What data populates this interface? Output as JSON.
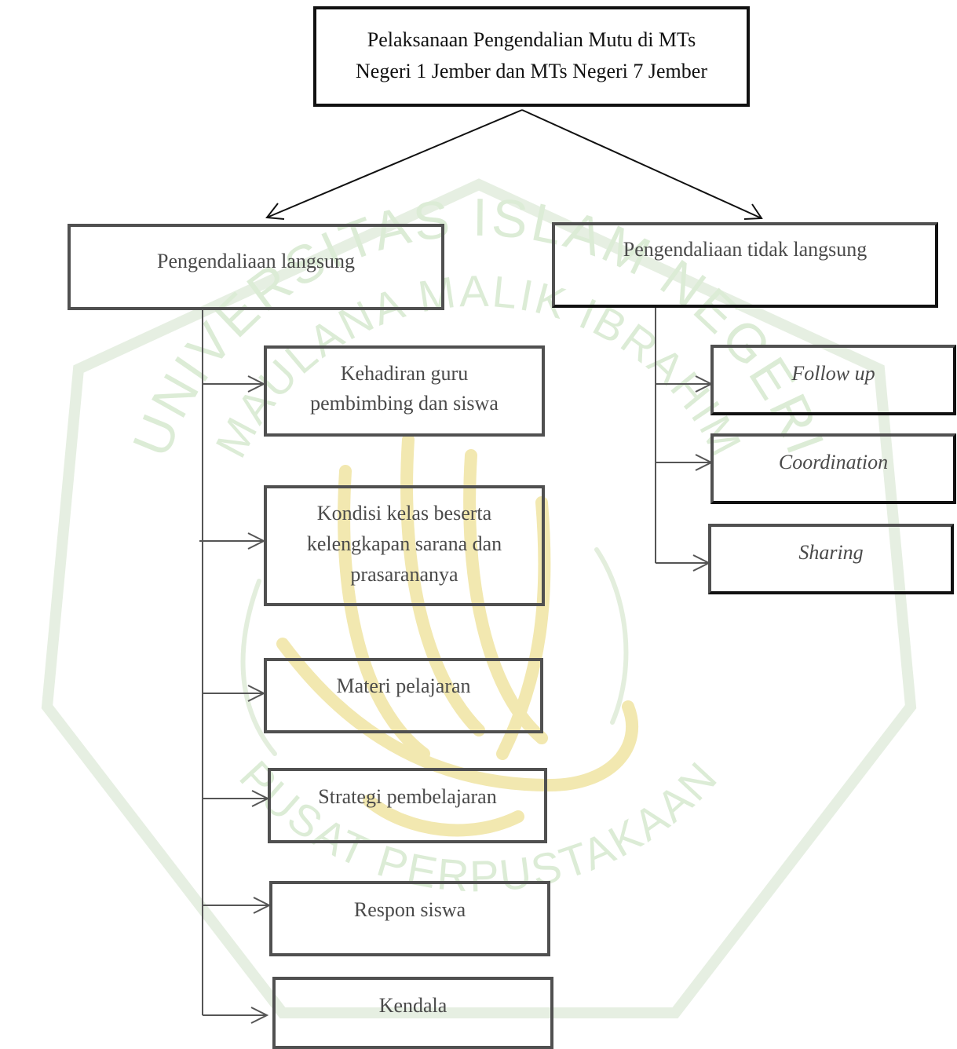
{
  "root": {
    "line1": "Pelaksanaan Pengendalian Mutu di MTs",
    "line2": "Negeri 1 Jember dan MTs Negeri 7 Jember"
  },
  "direct": {
    "label": "Pengendaliaan langsung",
    "items": [
      {
        "lines": [
          "Kehadiran guru",
          "pembimbing dan siswa"
        ]
      },
      {
        "lines": [
          "Kondisi kelas beserta",
          "kelengkapan sarana dan",
          "prasarananya"
        ]
      },
      {
        "lines": [
          "Materi pelajaran"
        ]
      },
      {
        "lines": [
          "Strategi pembelajaran"
        ]
      },
      {
        "lines": [
          "Respon siswa"
        ]
      },
      {
        "lines": [
          "Kendala"
        ]
      }
    ]
  },
  "indirect": {
    "label": "Pengendaliaan  tidak langsung",
    "items": [
      {
        "label": "Follow up"
      },
      {
        "label": "Coordination"
      },
      {
        "label": "Sharing"
      }
    ]
  },
  "watermark": {
    "top_arc": "UNIVERSITAS ISLAM NEGERI",
    "inner_arc": "MAULANA MALIK IBRAHIM",
    "bottom_arc": "PUSAT PERPUSTAKAAN",
    "color": "#dcecd6",
    "accent": "#f2e8b0"
  }
}
